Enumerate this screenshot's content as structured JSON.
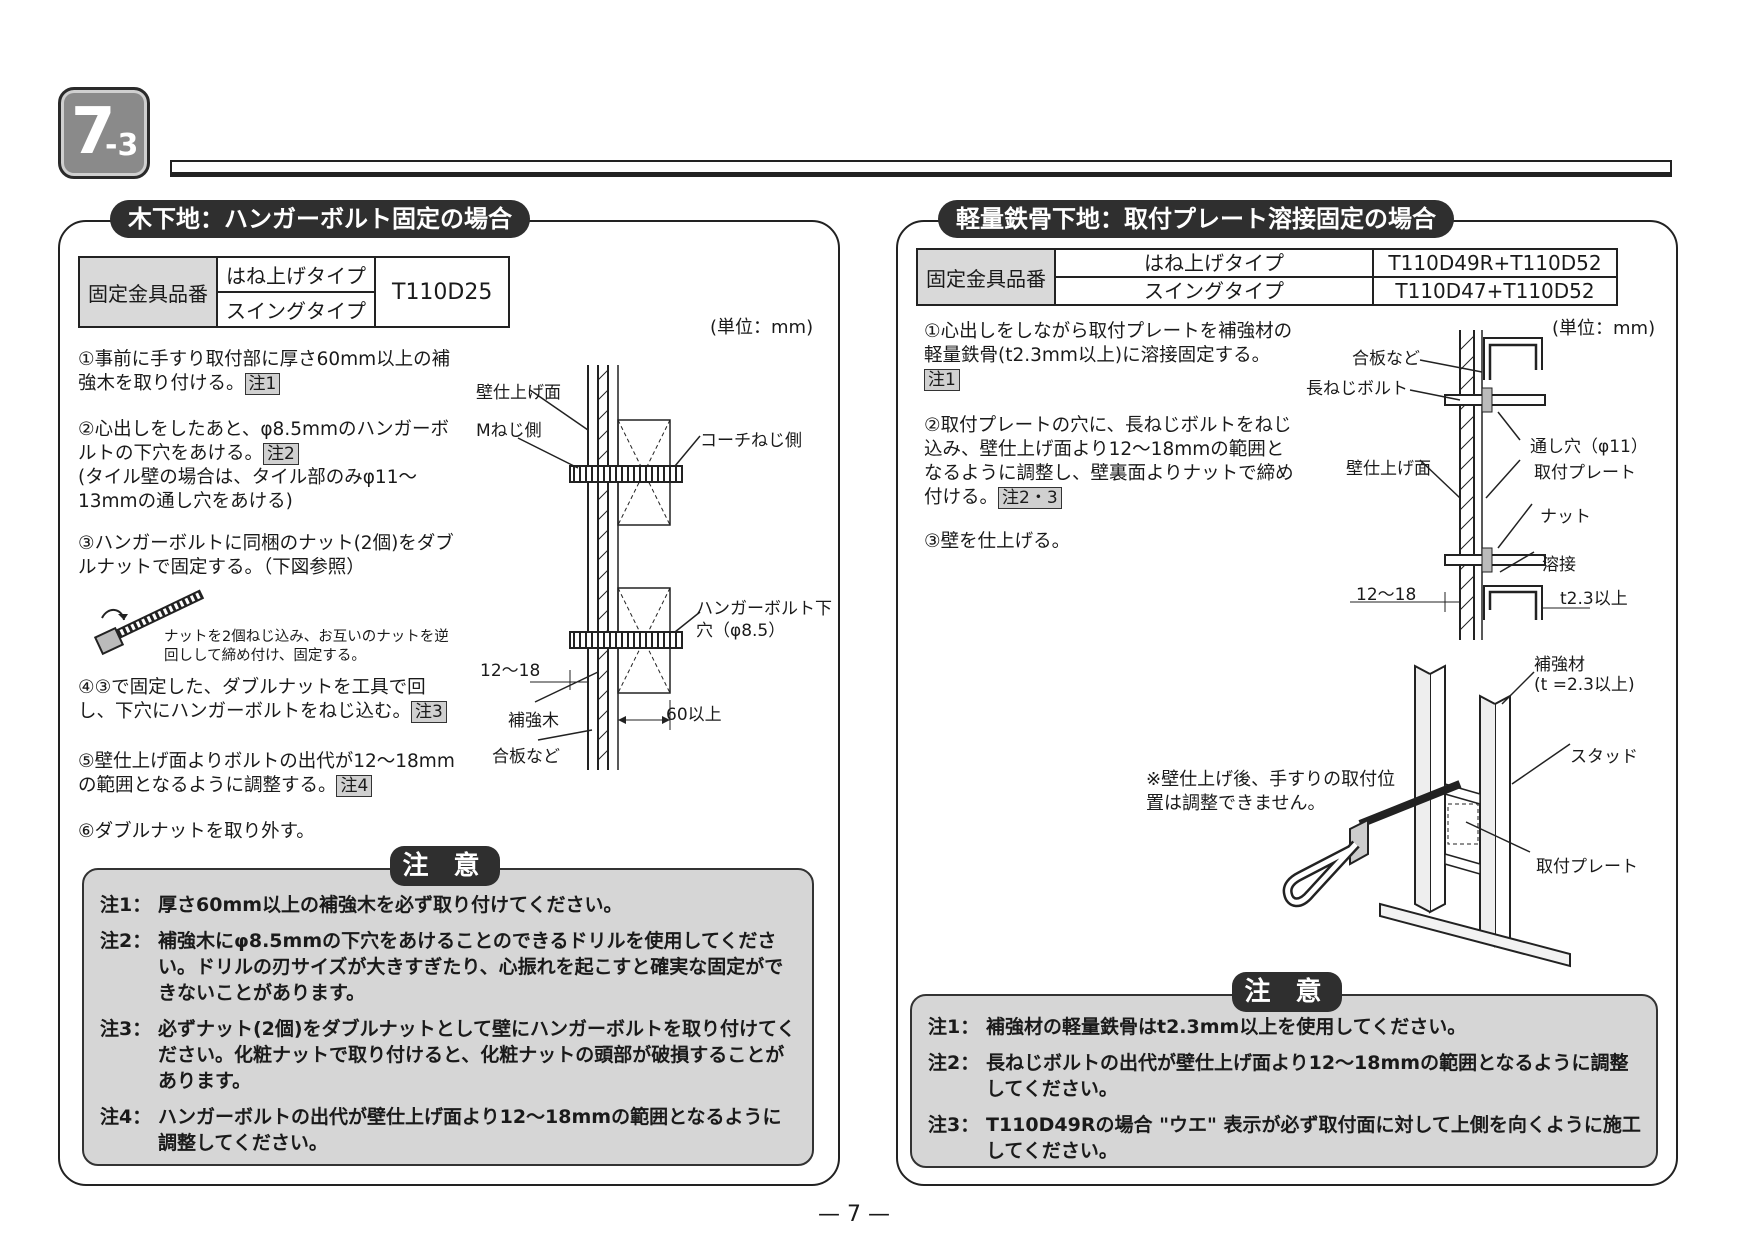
{
  "section_badge": {
    "main": "7",
    "sub": "-3"
  },
  "left": {
    "title": "木下地：ハンガーボルト固定の場合",
    "table": {
      "header": "固定金具品番",
      "types": [
        "はね上げタイプ",
        "スイングタイプ"
      ],
      "product": "T110D25"
    },
    "unit": "(単位：mm)",
    "steps": [
      {
        "text": "①事前に手すり取付部に厚さ60mm以上の補強木を取り付ける。",
        "ref": "注1"
      },
      {
        "text": "②心出しをしたあと、φ8.5mmのハンガーボルトの下穴をあける。",
        "ref": "注2",
        "extra": "(タイル壁の場合は、タイル部のみφ11〜13mmの通し穴をあける)"
      },
      {
        "text": "③ハンガーボルトに同梱のナット(2個)をダブルナットで固定する。（下図参照）"
      },
      {
        "text": "④③で固定した、ダブルナットを工具で回し、下穴にハンガーボルトをねじ込む。",
        "ref": "注3"
      },
      {
        "text": "⑤壁仕上げ面よりボルトの出代が12〜18mmの範囲となるように調整する。",
        "ref": "注4"
      },
      {
        "text": "⑥ダブルナットを取り外す。"
      }
    ],
    "bolt_caption": "ナットを2個ねじ込み、お互いのナットを逆回しして締め付け、固定する。",
    "diagram_labels": {
      "wall_surface": "壁仕上げ面",
      "m_thread": "Mねじ側",
      "coach_thread": "コーチねじ側",
      "hanger_hole": "ハンガーボルト下穴（φ8.5）",
      "dim_12_18": "12〜18",
      "reinforce": "補強木",
      "plywood": "合板など",
      "dim_60": "60以上"
    },
    "caution_label": "注 意",
    "notes": [
      {
        "label": "注1：",
        "text": "厚さ60mm以上の補強木を必ず取り付けてください。"
      },
      {
        "label": "注2：",
        "text": "補強木にφ8.5mmの下穴をあけることのできるドリルを使用してください。ドリルの刃サイズが大きすぎたり、心振れを起こすと確実な固定ができないことがあります。"
      },
      {
        "label": "注3：",
        "text": "必ずナット(2個)をダブルナットとして壁にハンガーボルトを取り付けてください。化粧ナットで取り付けると、化粧ナットの頭部が破損することがあります。"
      },
      {
        "label": "注4：",
        "text": "ハンガーボルトの出代が壁仕上げ面より12〜18mmの範囲となるように調整してください。"
      }
    ]
  },
  "right": {
    "title": "軽量鉄骨下地：取付プレート溶接固定の場合",
    "table": {
      "header": "固定金具品番",
      "rows": [
        {
          "type": "はね上げタイプ",
          "product": "T110D49R+T110D52"
        },
        {
          "type": "スイングタイプ",
          "product": "T110D47+T110D52"
        }
      ]
    },
    "unit": "(単位：mm)",
    "steps": [
      {
        "text": "①心出しをしながら取付プレートを補強材の軽量鉄骨(t2.3mm以上)に溶接固定する。",
        "ref": "注1"
      },
      {
        "text": "②取付プレートの穴に、長ねじボルトをねじ込み、壁仕上げ面より12〜18mmの範囲となるように調整し、壁裏面よりナットで締め付ける。",
        "ref": "注2・3"
      },
      {
        "text": "③壁を仕上げる。"
      }
    ],
    "diagram_labels": {
      "plywood": "合板など",
      "long_bolt": "長ねじボルト",
      "through_hole": "通し穴（φ11）",
      "wall_surface": "壁仕上げ面",
      "plate": "取付プレート",
      "nut": "ナット",
      "weld": "溶接",
      "dim_12_18": "12〜18",
      "t23": "t2.3以上",
      "reinforce": "補強材",
      "reinforce_t": "(t =2.3以上)",
      "stud": "スタッド",
      "plate2": "取付プレート",
      "warning": "※壁仕上げ後、手すりの取付位置は調整できません。"
    },
    "caution_label": "注 意",
    "notes": [
      {
        "label": "注1：",
        "text": "補強材の軽量鉄骨はt2.3mm以上を使用してください。"
      },
      {
        "label": "注2：",
        "text": "長ねじボルトの出代が壁仕上げ面より12〜18mmの範囲となるように調整してください。"
      },
      {
        "label": "注3：",
        "text": "T110D49Rの場合 \"ウエ\" 表示が必ず取付面に対して上側を向くように施工してください。"
      }
    ]
  },
  "page_number": "— 7 —"
}
